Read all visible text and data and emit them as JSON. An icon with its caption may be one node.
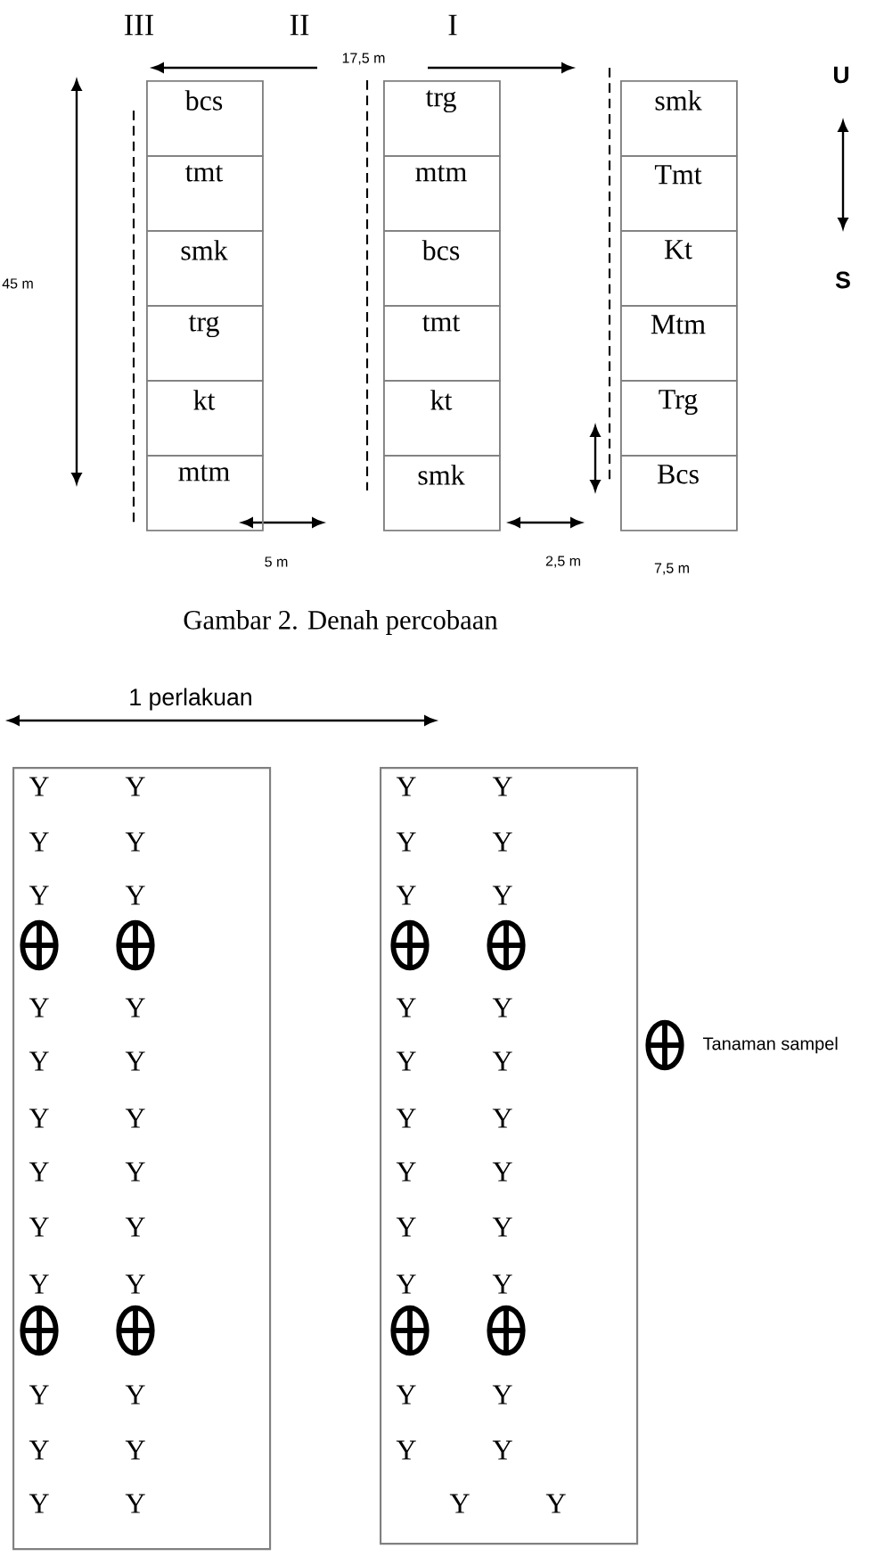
{
  "diagram": {
    "caption": "Gambar 2. Denah  percobaan",
    "nodes": [
      {
        "text": [
          "bcs"
        ]
      },
      {
        "text": [
          "tmt"
        ]
      },
      {
        "text": [
          "smk"
        ]
      },
      {
        "text": [
          "trg"
        ]
      },
      {
        "text": [
          "kt"
        ]
      },
      {
        "text": [
          "mtm"
        ]
      },
      {
        "text": [
          "trg"
        ]
      },
      {
        "text": [
          "mtm"
        ]
      },
      {
        "text": [
          "bcs"
        ]
      },
      {
        "text": [
          "tmt"
        ]
      },
      {
        "text": [
          "kt"
        ]
      },
      {
        "text": [
          "smk"
        ]
      },
      {
        "text": [
          "smk"
        ]
      },
      {
        "text": [
          "Tmt"
        ]
      },
      {
        "text": [
          "Kt"
        ]
      },
      {
        "text": [
          "Mtm"
        ]
      },
      {
        "text": [
          "Trg"
        ]
      },
      {
        "text": [
          "Bcs"
        ]
      },
      {
        "text": [
          "Y",
          "Y",
          "Y",
          "Y",
          "Y",
          "Y",
          "Y",
          "Y",
          "Y",
          "Y",
          "Y",
          "Y",
          "Y",
          "Y",
          "Y",
          "Y",
          "Y",
          "Y",
          "Y",
          "Y",
          "Y",
          "Y",
          "Y",
          "Y"
        ]
      },
      {
        "text": [
          "Y",
          "Y",
          "Y",
          "Y",
          "Y",
          "Y",
          "Y",
          "Y",
          "Y",
          "Y",
          "Y",
          "Y",
          "Y",
          "Y",
          "Y",
          "Y",
          "Y",
          "Y",
          "Y",
          "Y",
          "Y",
          "Y",
          "Y",
          "Y"
        ]
      }
    ],
    "labels": [
      "III",
      "II",
      "I",
      "17,5 m",
      "U",
      "45 m",
      "S",
      "5 m",
      "2,5 m",
      "7,5 m",
      "1 perlakuan"
    ],
    "legend": [
      {
        "text": "Tanaman sampel"
      }
    ]
  }
}
